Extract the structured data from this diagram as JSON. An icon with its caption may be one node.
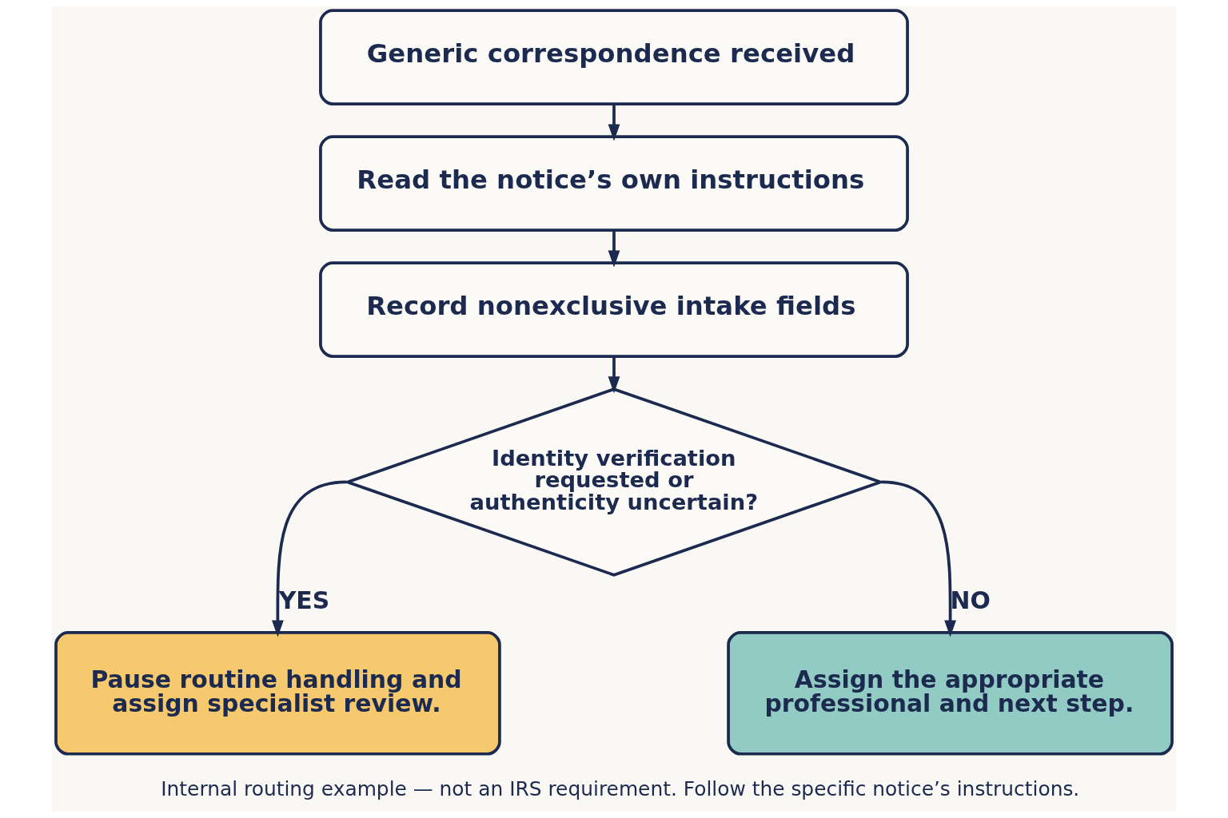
{
  "diagram": {
    "caption": "Internal routing example — not an IRS requirement. Follow the specific notice’s instructions.",
    "nodes": [
      {
        "text": [
          "Generic correspondence received"
        ]
      },
      {
        "text": [
          "Read the notice’s own instructions"
        ]
      },
      {
        "text": [
          "Record nonexclusive intake fields"
        ]
      },
      {
        "text": [
          "Identity verification requested or authenticity uncertain?"
        ]
      },
      {
        "text": [
          "Pause routine handling and assign specialist review."
        ]
      },
      {
        "text": [
          "Assign the appropriate professional and next step."
        ]
      }
    ],
    "edges": [
      {
        "from": 0,
        "to": 1,
        "arrow": "to"
      },
      {
        "from": 1,
        "to": 2,
        "arrow": "to"
      },
      {
        "from": 2,
        "to": 3,
        "arrow": "to"
      },
      {
        "from": 3,
        "to": 4,
        "arrow": "to",
        "label": "YES"
      },
      {
        "from": 3,
        "to": 5,
        "arrow": "to",
        "label": "NO"
      }
    ]
  }
}
